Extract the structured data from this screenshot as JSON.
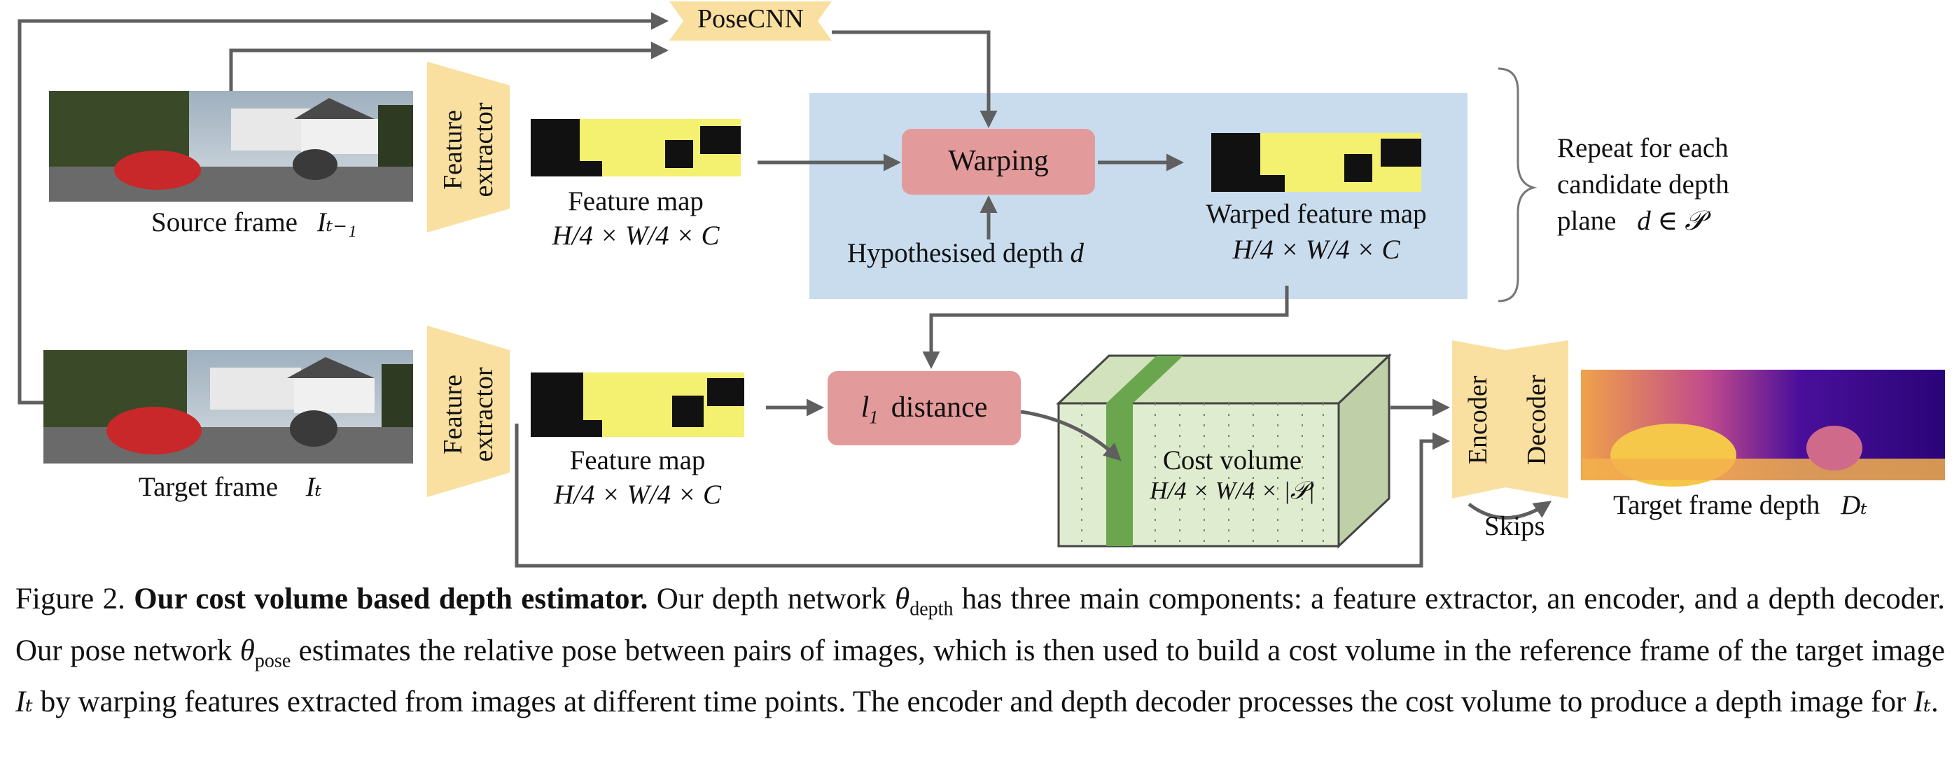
{
  "figure": {
    "posecnn": "PoseCNN",
    "feature_extractor_line1": "Feature",
    "feature_extractor_line2": "extractor",
    "source_frame": "Source frame",
    "source_frame_symbol": "Iₜ₋₁",
    "target_frame": "Target frame",
    "target_frame_symbol": "Iₜ",
    "feature_map": "Feature map",
    "feature_map_dims": "H/4 × W/4 × C",
    "warping": "Warping",
    "hypothesised_depth": "Hypothesised depth",
    "hypothesised_depth_symbol": "d",
    "warped_feature_map": "Warped feature map",
    "warped_feature_map_dims": "H/4 × W/4 × C",
    "repeat_line1": "Repeat for each",
    "repeat_line2": "candidate depth",
    "repeat_line3": "plane",
    "repeat_symbol": "d ∈ 𝒫",
    "l1_symbol": "l",
    "l1_subscript": "1",
    "l1_text": "distance",
    "cost_volume": "Cost volume",
    "cost_volume_dims": "H/4 × W/4 × |𝒫|",
    "encoder": "Encoder",
    "decoder": "Decoder",
    "skips": "Skips",
    "target_depth": "Target frame depth",
    "target_depth_symbol": "Dₜ"
  },
  "caption": {
    "prefix": "Figure 2.",
    "title": "Our cost volume based depth estimator.",
    "s1": "Our depth network",
    "theta": "θ",
    "sub_depth": "depth",
    "s2": "has three main components: a feature extractor, an encoder, and a depth decoder. Our pose network",
    "sub_pose": "pose",
    "s3": "estimates the relative pose between pairs of images, which is then used to build a cost volume in the reference frame of the target image",
    "it": "Iₜ",
    "s4": "by warping features extracted from images at different time points. The encoder and depth decoder processes the cost volume to produce a depth image for",
    "end": "."
  },
  "colors": {
    "arrow": "#5f5f5f",
    "yellow_block": "#f9e0a0",
    "red_block": "#e39a9a",
    "blue_region": "#c9dcee",
    "cost_volume_front": "#e0eccf",
    "cost_volume_side": "#bfd0a8",
    "cost_volume_stripe": "#6aa64e"
  }
}
